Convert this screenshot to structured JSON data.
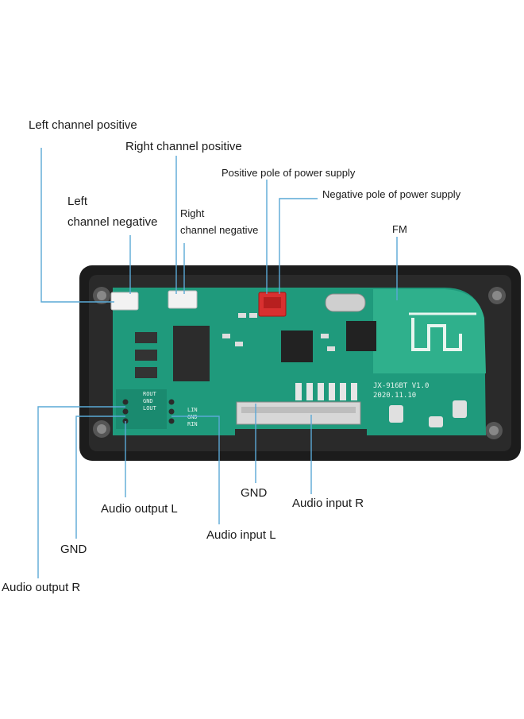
{
  "labels": {
    "left_channel_positive": "Left channel positive",
    "right_channel_positive": "Right channel positive",
    "positive_pole": "Positive pole of power supply",
    "negative_pole": "Negative pole of power supply",
    "left_channel_negative_1": "Left",
    "left_channel_negative_2": "channel negative",
    "right_channel_negative_1": "Right",
    "right_channel_negative_2": "channel negative",
    "fm": "FM",
    "gnd_center": "GND",
    "audio_input_r": "Audio input R",
    "audio_output_l": "Audio output L",
    "audio_input_l": "Audio input L",
    "gnd_left": "GND",
    "audio_output_r": "Audio output R"
  },
  "board": {
    "model": "JX-916BT V1.0",
    "date": "2020.11.10",
    "silk_rout": "ROUT",
    "silk_gnd": "GND",
    "silk_lout": "LOUT",
    "silk_lin": "LIN",
    "silk_gnd2": "GND",
    "silk_rin": "RIN"
  },
  "colors": {
    "pcb": "#1f9a7c",
    "frame": "#1c1c1c",
    "leader_line": "#5aa9d6",
    "power_connector": "#d93030"
  }
}
